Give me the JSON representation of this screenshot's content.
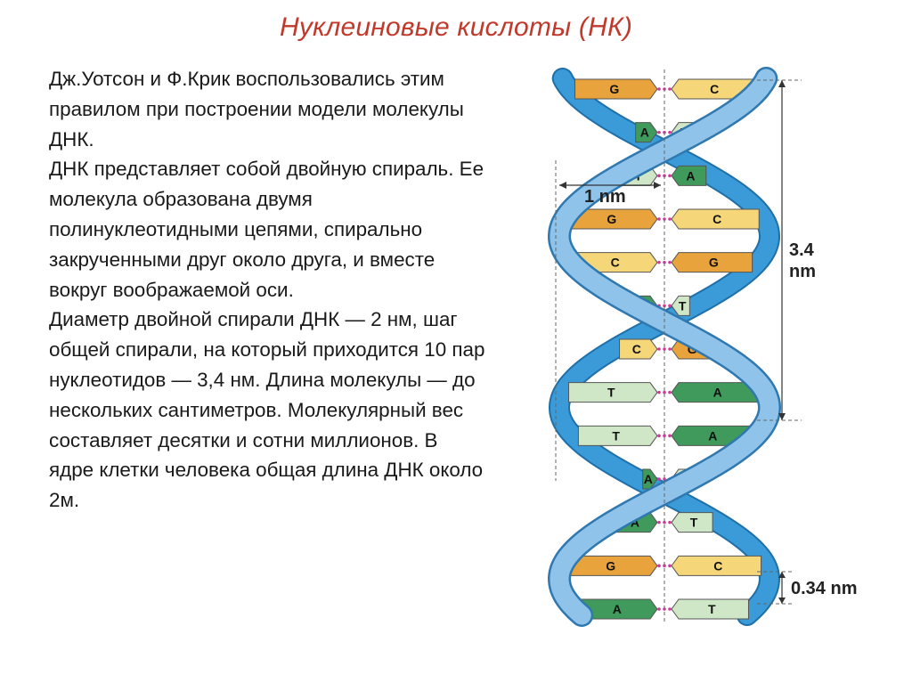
{
  "page": {
    "title": "Нуклеиновые кислоты (НК)",
    "paragraphs": [
      "Дж.Уотсон и Ф.Крик воспользовались этим правилом при построении модели молекулы ДНК.",
      "ДНК представляет собой двойную спираль. Ее молекула образована двумя полинуклеотидными цепями, спирально закрученными друг около друга, и вместе вокруг воображаемой оси.",
      "Диаметр двойной спирали ДНК — 2 нм, шаг общей спирали, на который приходится 10 пар нуклеотидов — 3,4 нм. Длина молекулы — до нескольких сантиметров. Молекулярный вес составляет десятки и сотни миллионов. В ядре клетки человека общая длина ДНК около 2м."
    ]
  },
  "figure": {
    "labels": {
      "width": "1 nm",
      "pitch_value": "3.4",
      "pitch_unit": "nm",
      "rise": "0.34 nm"
    },
    "base_pairs": [
      {
        "left": "G",
        "right": "C"
      },
      {
        "left": "A",
        "right": "T"
      },
      {
        "left": "T",
        "right": "A"
      },
      {
        "left": "G",
        "right": "C"
      },
      {
        "left": "C",
        "right": "G"
      },
      {
        "left": "A",
        "right": "T"
      },
      {
        "left": "C",
        "right": "G"
      },
      {
        "left": "T",
        "right": "A"
      },
      {
        "left": "T",
        "right": "A"
      },
      {
        "left": "A",
        "right": "T"
      },
      {
        "left": "A",
        "right": "T"
      },
      {
        "left": "G",
        "right": "C"
      },
      {
        "left": "A",
        "right": "T"
      }
    ],
    "colors": {
      "G": "#e8a33c",
      "C": "#f5d77a",
      "A": "#3f9a5b",
      "T": "#cfe6c7",
      "strand_front": "#8fc3ea",
      "strand_back": "#3a9bd8",
      "bond": "#d0399a"
    }
  }
}
